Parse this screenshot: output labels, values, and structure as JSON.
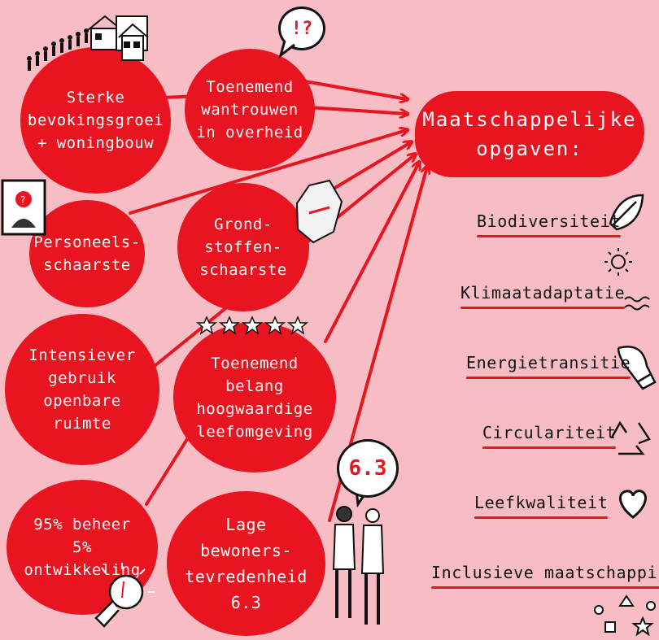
{
  "header": {
    "title": "Maatschappelijke\nopgaven:"
  },
  "challenges": [
    {
      "id": "bevolkingsgroei",
      "label": "Sterke\nbevokingsgroei\n+ woningbouw",
      "icon": "houses-crowd-icon"
    },
    {
      "id": "wantrouwen",
      "label": "Toenemend\nwantrouwen\nin overheid",
      "icon": "exclamation-question-bubble-icon"
    },
    {
      "id": "personeel",
      "label": "Personeels-\nschaarste",
      "icon": "vacancy-portrait-icon"
    },
    {
      "id": "grondstoffen",
      "label": "Grond-\nstoffen-\nschaarste",
      "icon": "rock-icon"
    },
    {
      "id": "openbare-ruimte",
      "label": "Intensiever\ngebruik\nopenbare\nruimte",
      "icon": ""
    },
    {
      "id": "leefomgeving",
      "label": "Toenemend\nbelang\nhoogwaardige\nleefomgeving",
      "icon": "five-stars-icon"
    },
    {
      "id": "beheer",
      "label": "95% beheer\n5% ontwikkeling",
      "icon": "lightbulb-icon"
    },
    {
      "id": "tevredenheid",
      "label": "Lage bewoners-\ntevredenheid\n6.3",
      "icon": "two-people-icon"
    }
  ],
  "speech_bubbles": {
    "alert": "!?",
    "score": "6.3"
  },
  "goals": [
    {
      "label": "Biodiversiteit",
      "icon": "leaf-icon"
    },
    {
      "label": "Klimaatadaptatie",
      "icon": "sun-waves-icon"
    },
    {
      "label": "Energietransitie",
      "icon": "power-plug-icon"
    },
    {
      "label": "Circulariteit",
      "icon": "recycle-icon"
    },
    {
      "label": "Leefkwaliteit",
      "icon": "heart-icon"
    },
    {
      "label": "Inclusieve maatschappij",
      "icon": "shapes-icon"
    }
  ],
  "colors": {
    "background": "#f7bcc4",
    "accent": "#e8141f",
    "ink": "#111111"
  }
}
